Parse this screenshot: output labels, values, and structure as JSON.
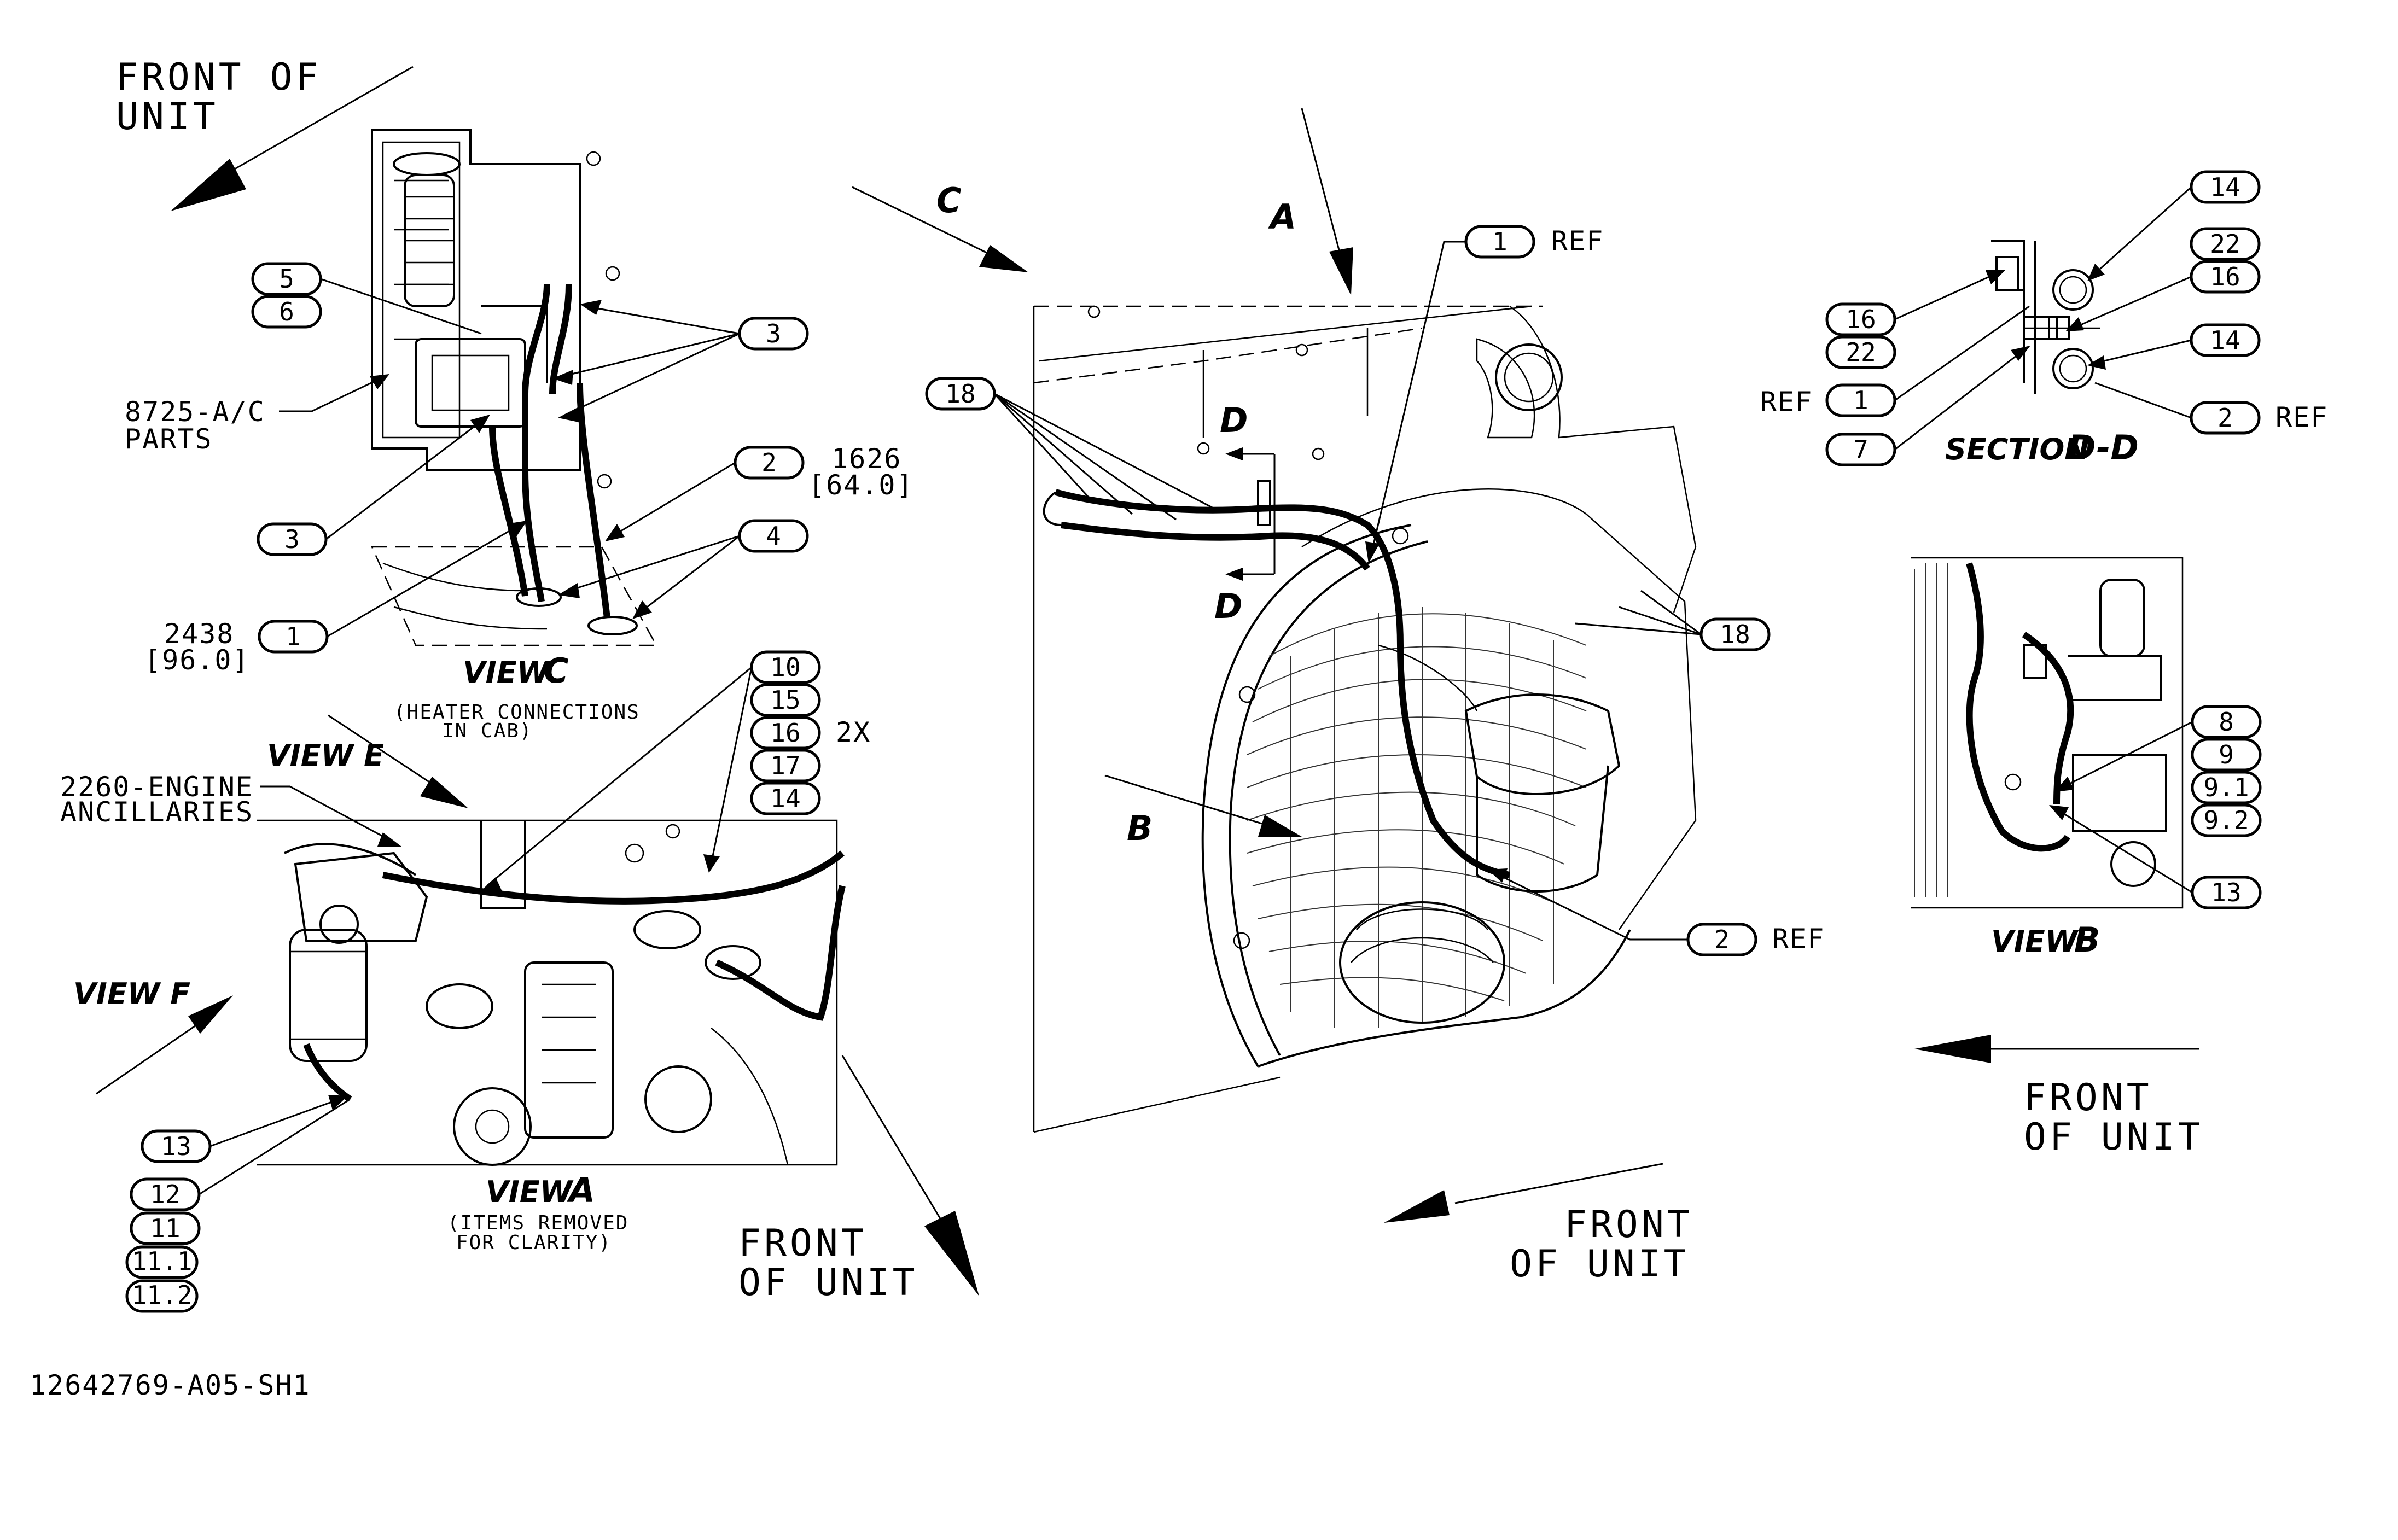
{
  "drawing": {
    "number": "12642769-A05-SH1",
    "front_of_unit": [
      "FRONT OF",
      "UNIT"
    ],
    "front_of_unit_b": [
      "FRONT",
      "OF UNIT"
    ]
  },
  "view_c": {
    "title": "VIEW",
    "letter": "C",
    "caption": [
      "(HEATER CONNECTIONS",
      "IN CAB)"
    ],
    "ref_8725": [
      "8725-A/C",
      "PARTS"
    ],
    "dim_2438": [
      "2438",
      "[96.0]"
    ],
    "dim_1626": [
      "1626",
      "[64.0]"
    ],
    "balloons": [
      "5",
      "6",
      "3",
      "3",
      "1",
      "2",
      "4"
    ]
  },
  "view_a": {
    "title": "VIEW",
    "letter": "A",
    "caption": [
      "(ITEMS REMOVED",
      "FOR CLARITY)"
    ],
    "view_e": "VIEW E",
    "view_f": "VIEW F",
    "ref_2260": [
      "2260-ENGINE",
      "ANCILLARIES"
    ],
    "multiplier": "2X",
    "balloons_stack": [
      "10",
      "15",
      "16",
      "17",
      "14"
    ],
    "balloons_left": [
      "13",
      "12",
      "11",
      "11.1",
      "11.2"
    ]
  },
  "main_view": {
    "arrow_letters": [
      "A",
      "B",
      "C",
      "D",
      "D"
    ],
    "ref": "REF",
    "balloons": [
      "18",
      "1",
      "18",
      "2"
    ]
  },
  "section_dd": {
    "title": "SECTION",
    "letter": "D-D",
    "ref": "REF",
    "balloons": [
      "14",
      "22",
      "16",
      "16",
      "22",
      "14",
      "1",
      "2",
      "7"
    ]
  },
  "view_b": {
    "title": "VIEW",
    "letter": "B",
    "balloons": [
      "8",
      "9",
      "9.1",
      "9.2",
      "13"
    ]
  },
  "icons": [
    "view-arrow-icon",
    "front-of-unit-arrow-icon"
  ]
}
